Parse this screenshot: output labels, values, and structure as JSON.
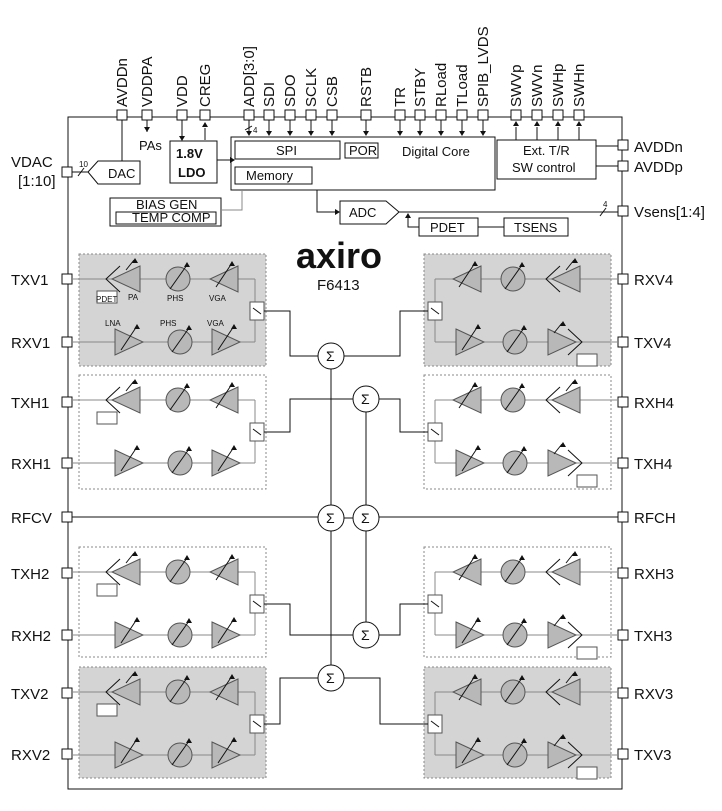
{
  "chip": {
    "logo": "axiro",
    "part": "F6413",
    "brand_color": "#5a3d8a"
  },
  "pins": {
    "top": [
      "AVDDn",
      "VDDPA",
      "VDD",
      "CREG",
      "ADD[3:0]",
      "SDI",
      "SDO",
      "SCLK",
      "CSB",
      "RSTB",
      "TR",
      "STBY",
      "RLoad",
      "TLoad",
      "SPIB_LVDS",
      "SWVp",
      "SWVn",
      "SWHp",
      "SWHn"
    ],
    "left": [
      "TXV1",
      "RXV1",
      "TXH1",
      "RXH1",
      "RFCV",
      "TXH2",
      "RXH2",
      "TXV2",
      "RXV2"
    ],
    "right": [
      "RXV4",
      "TXV4",
      "RXH4",
      "TXH4",
      "RFCH",
      "RXH3",
      "TXH3",
      "RXV3",
      "TXV3"
    ],
    "vdac": "VDAC",
    "vdac_range": "[1:10]",
    "avddn": "AVDDn",
    "avddp": "AVDDp",
    "vsens": "Vsens[1:4]"
  },
  "blocks": {
    "dac": "DAC",
    "ldo_1": "1.8V",
    "ldo_2": "LDO",
    "spi": "SPI",
    "por": "POR",
    "digital_core": "Digital Core",
    "memory": "Memory",
    "bias_1": "BIAS GEN",
    "bias_2": "TEMP COMP",
    "ext_1": "Ext. T/R",
    "ext_2": "SW control",
    "adc": "ADC",
    "pdet": "PDET",
    "tsens": "TSENS",
    "pas": "PAs",
    "bus_add": "4",
    "bus_dac": "10",
    "bus_vsens": "4"
  },
  "channel_labels": {
    "pdet": "PDET",
    "pa": "PA",
    "phs": "PHS",
    "vga": "VGA",
    "lna": "LNA"
  },
  "summer_symbol": "Σ"
}
